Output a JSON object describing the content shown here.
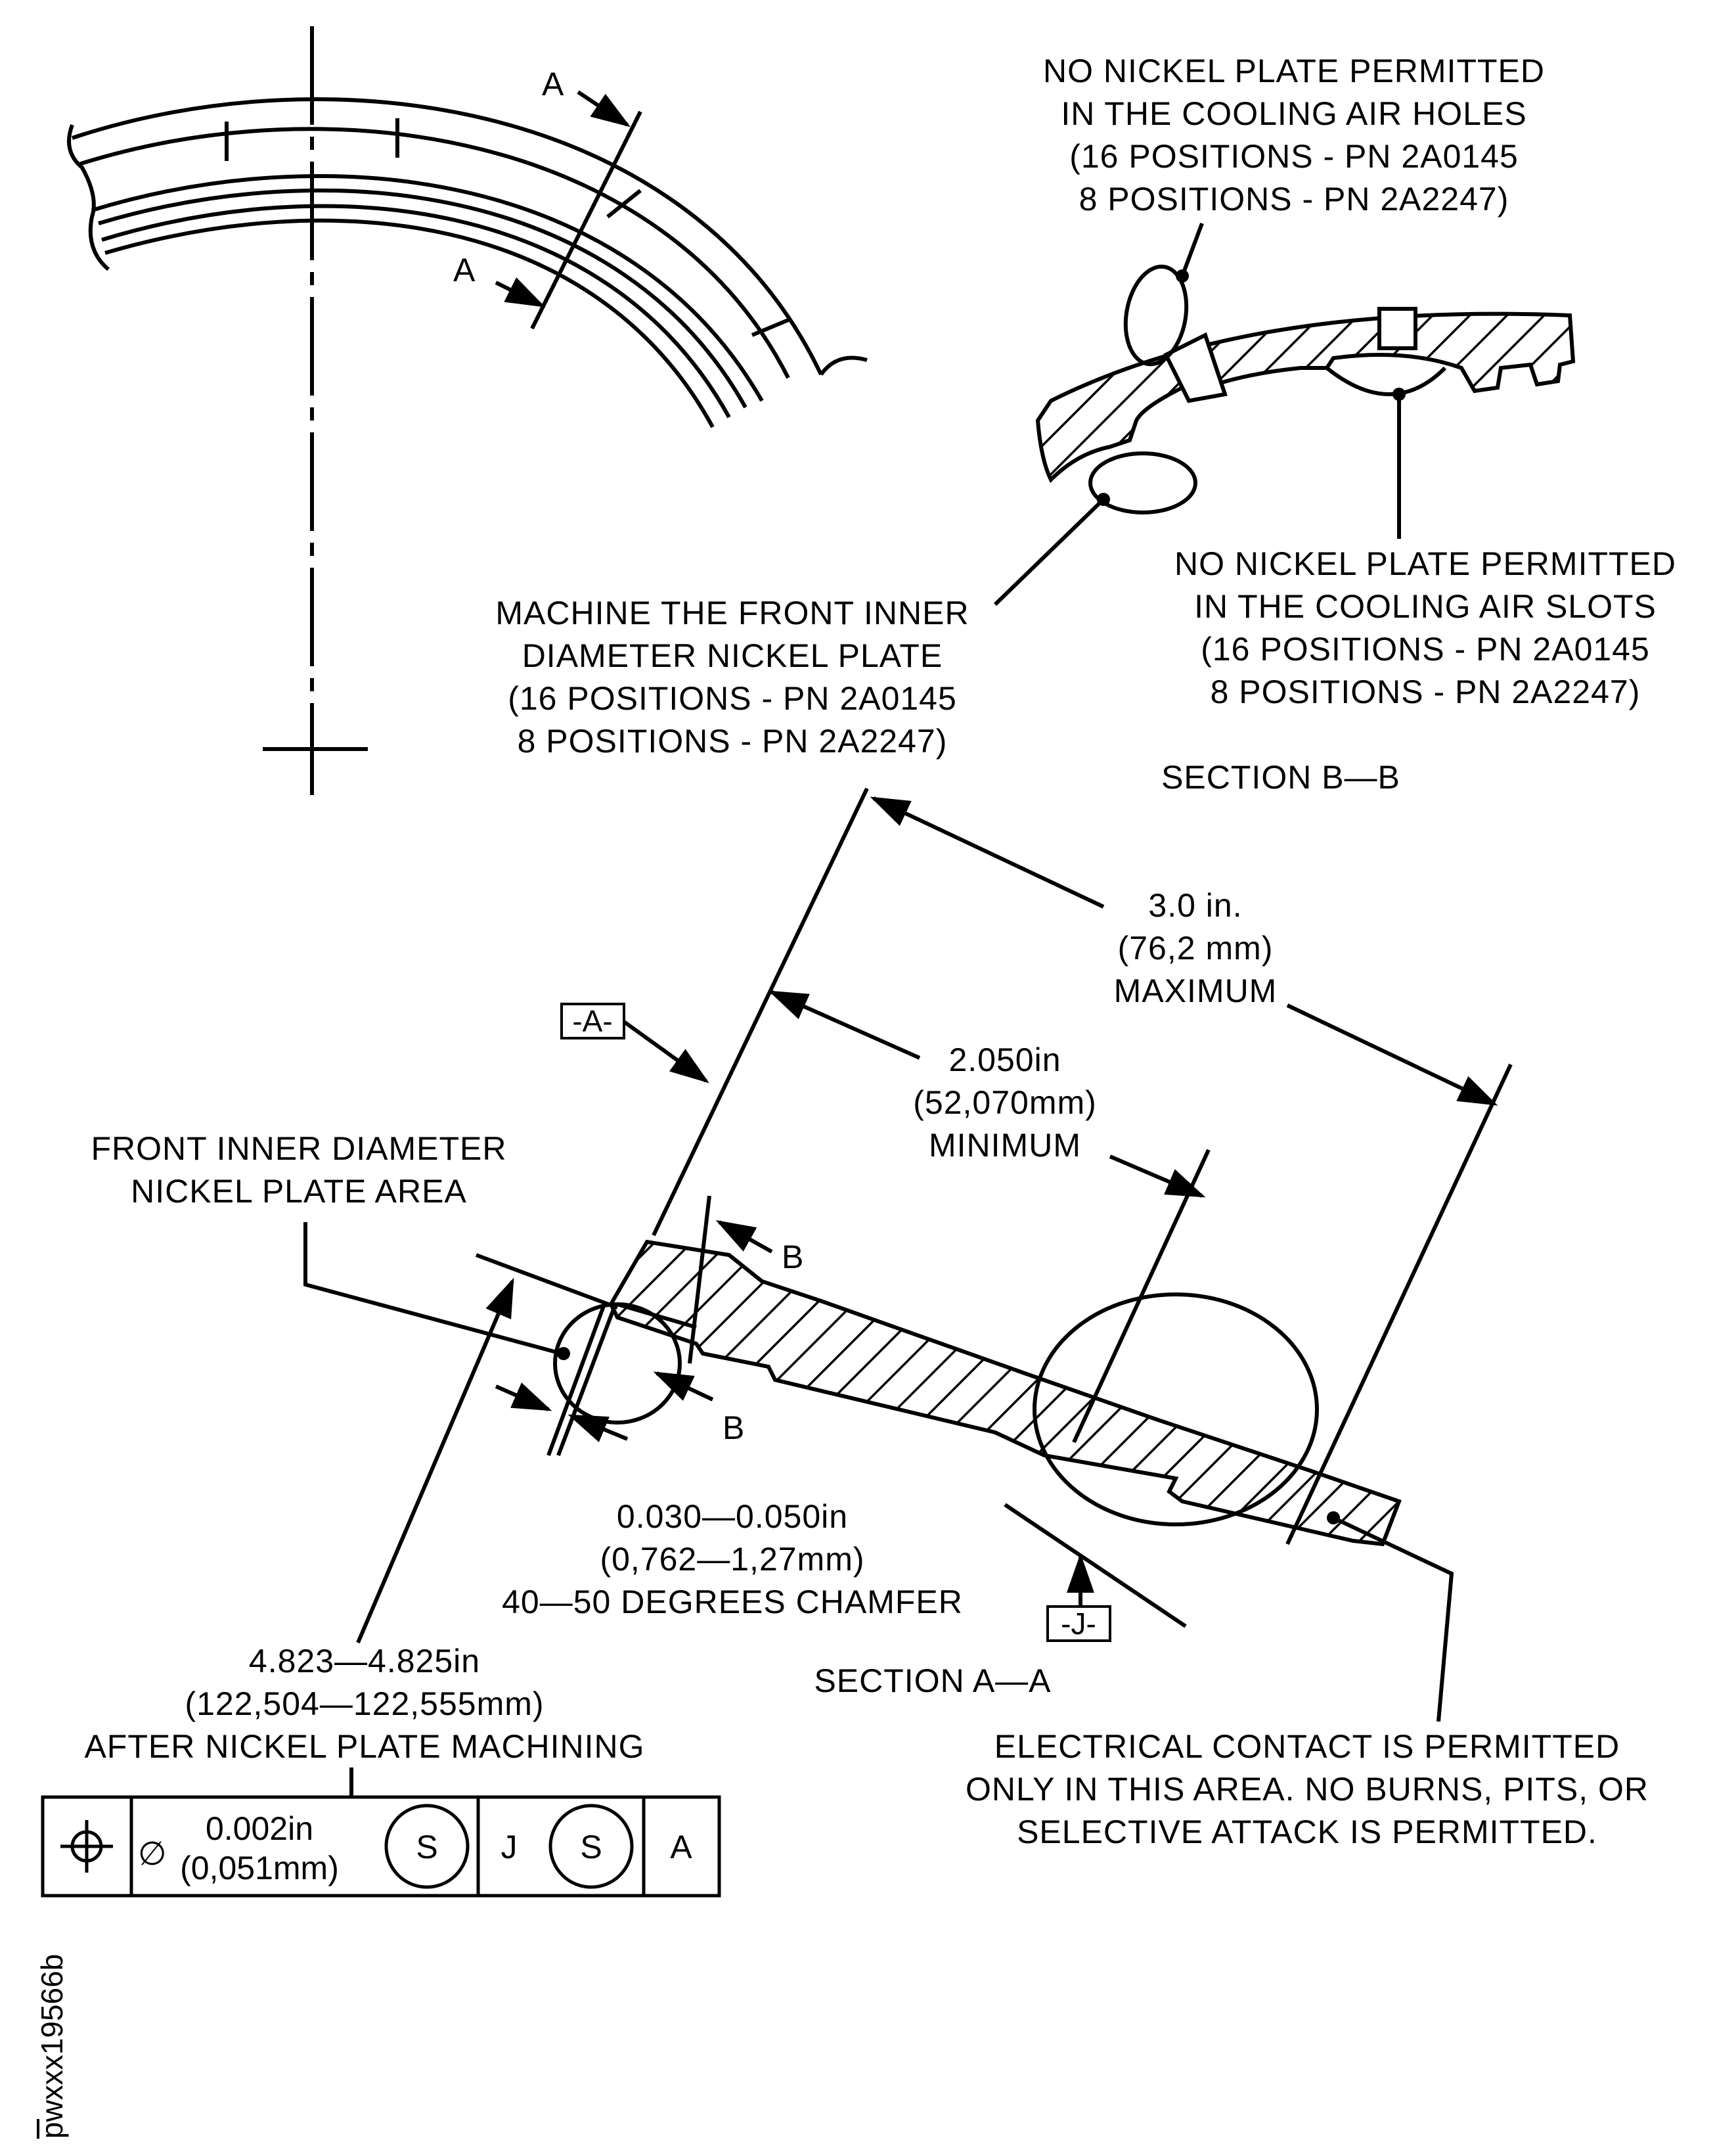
{
  "figure_id": "pwxxx19566b",
  "top_view": {
    "section_marker_top": "A",
    "section_marker_bottom": "A"
  },
  "section_b": {
    "holes_note_line1": "NO NICKEL PLATE PERMITTED",
    "holes_note_line2": "IN THE COOLING AIR HOLES",
    "holes_note_line3": "(16 POSITIONS - PN 2A0145",
    "holes_note_line4": "8 POSITIONS - PN 2A2247)",
    "slots_note_line1": "NO NICKEL PLATE PERMITTED",
    "slots_note_line2": "IN THE COOLING AIR SLOTS",
    "slots_note_line3": "(16 POSITIONS - PN 2A0145",
    "slots_note_line4": "8 POSITIONS - PN 2A2247)",
    "machine_note_line1": "MACHINE THE FRONT INNER",
    "machine_note_line2": "DIAMETER NICKEL PLATE",
    "machine_note_line3": "(16 POSITIONS - PN 2A0145",
    "machine_note_line4": "8 POSITIONS - PN 2A2247)",
    "title": "SECTION B—B"
  },
  "section_a": {
    "max_dim_line1": "3.0 in.",
    "max_dim_line2": "(76,2 mm)",
    "max_dim_line3": "MAXIMUM",
    "min_dim_line1": "2.050in",
    "min_dim_line2": "(52,070mm)",
    "min_dim_line3": "MINIMUM",
    "datum_a": "-A-",
    "datum_j": "-J-",
    "section_marker_b_top": "B",
    "section_marker_b_bottom": "B",
    "front_area_line1": "FRONT INNER DIAMETER",
    "front_area_line2": "NICKEL PLATE AREA",
    "chamfer_line1": "0.030—0.050in",
    "chamfer_line2": "(0,762—1,27mm)",
    "chamfer_line3": "40—50 DEGREES CHAMFER",
    "diameter_line1": "4.823—4.825in",
    "diameter_line2": "(122,504—122,555mm)",
    "diameter_line3": "AFTER NICKEL PLATE MACHINING",
    "title": "SECTION A—A",
    "contact_note_line1": "ELECTRICAL CONTACT IS PERMITTED",
    "contact_note_line2": "ONLY IN THIS AREA. NO BURNS, PITS, OR",
    "contact_note_line3": "SELECTIVE ATTACK IS PERMITTED."
  },
  "feature_control_frame": {
    "symbol_icon": "position-icon",
    "diameter_symbol": "∅",
    "tolerance_in": "0.002in",
    "tolerance_mm": "(0,051mm)",
    "modifier_1": "S",
    "datum_1": "J",
    "modifier_2": "S",
    "datum_2": "A"
  }
}
